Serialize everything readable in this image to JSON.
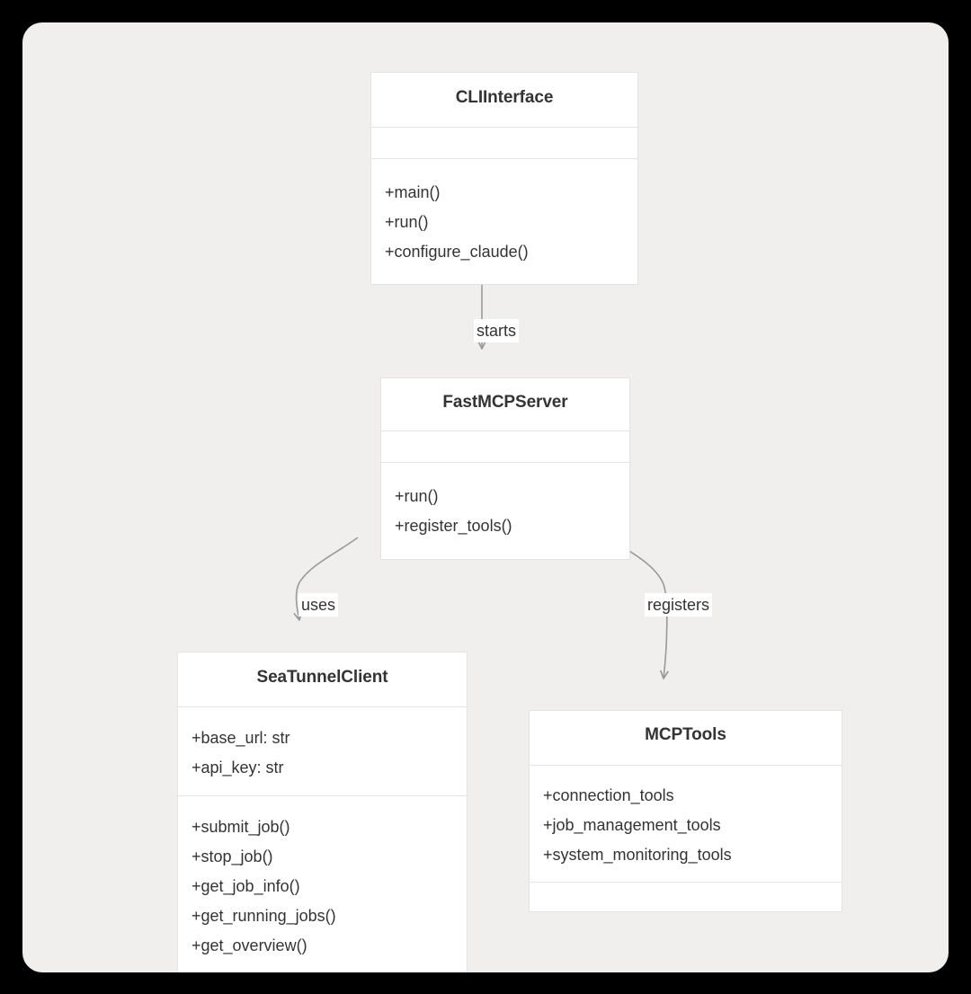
{
  "diagram": {
    "type": "uml-class-diagram",
    "background_color": "#000000",
    "canvas_color": "#f0efed",
    "box_color": "#ffffff",
    "border_color": "#e3e3e3",
    "text_color": "#333333",
    "edge_color": "#999999",
    "classes": [
      {
        "id": "cliinterface",
        "name": "CLIInterface",
        "attributes": [],
        "methods": [
          "+main()",
          "+run()",
          "+configure_claude()"
        ]
      },
      {
        "id": "fastmcpserver",
        "name": "FastMCPServer",
        "attributes": [],
        "methods": [
          "+run()",
          "+register_tools()"
        ]
      },
      {
        "id": "seatunnelclient",
        "name": "SeaTunnelClient",
        "attributes": [
          "+base_url: str",
          "+api_key: str"
        ],
        "methods": [
          "+submit_job()",
          "+stop_job()",
          "+get_job_info()",
          "+get_running_jobs()",
          "+get_overview()"
        ]
      },
      {
        "id": "mcptools",
        "name": "MCPTools",
        "attributes": [
          "+connection_tools",
          "+job_management_tools",
          "+system_monitoring_tools"
        ],
        "methods": []
      }
    ],
    "edges": [
      {
        "id": "starts",
        "label": "starts",
        "from": "CLIInterface",
        "to": "FastMCPServer"
      },
      {
        "id": "uses",
        "label": "uses",
        "from": "FastMCPServer",
        "to": "SeaTunnelClient"
      },
      {
        "id": "registers",
        "label": "registers",
        "from": "FastMCPServer",
        "to": "MCPTools"
      }
    ]
  }
}
